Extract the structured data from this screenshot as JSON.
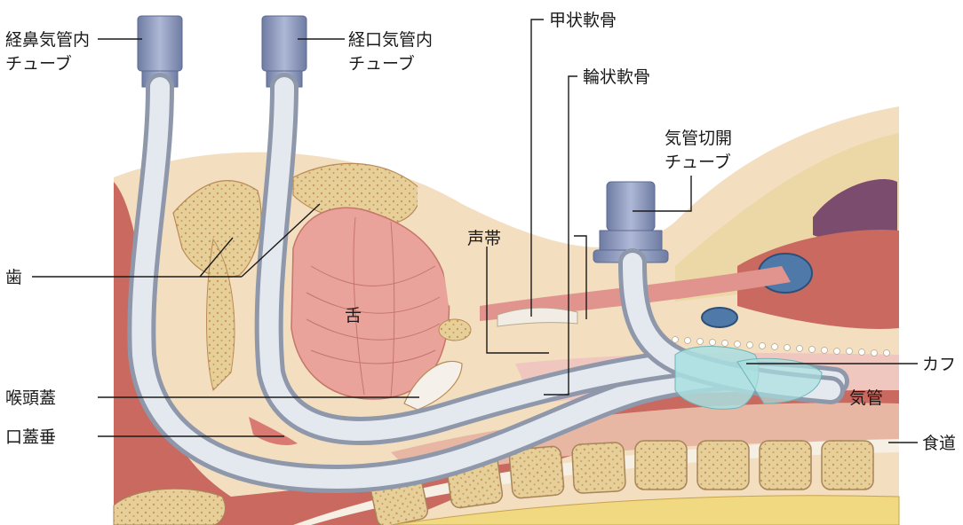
{
  "labels": {
    "nasal_tube_line1": "経鼻気管内",
    "nasal_tube_line2": "チューブ",
    "oral_tube_line1": "経口気管内",
    "oral_tube_line2": "チューブ",
    "thyroid_cartilage": "甲状軟骨",
    "cricoid_cartilage": "輪状軟骨",
    "trach_tube_line1": "気管切開",
    "trach_tube_line2": "チューブ",
    "vocal_cords": "声帯",
    "teeth": "歯",
    "tongue": "舌",
    "epiglottis": "喉頭蓋",
    "uvula": "口蓋垂",
    "cuff": "カフ",
    "trachea": "気管",
    "esophagus": "食道"
  },
  "colors": {
    "skin": "#f3dfc0",
    "fat": "#ecd8a6",
    "muscle": "#d98a86",
    "tongue": "#e9a39a",
    "mucosa": "#c9695f",
    "bone": "#e7cf9a",
    "tube": "#c4ccd9",
    "tube_connector": "#8c99bf",
    "cuff": "#a9dfe0",
    "vessel_blue": "#4f79a8",
    "vessel_purple": "#7c4c6e"
  }
}
